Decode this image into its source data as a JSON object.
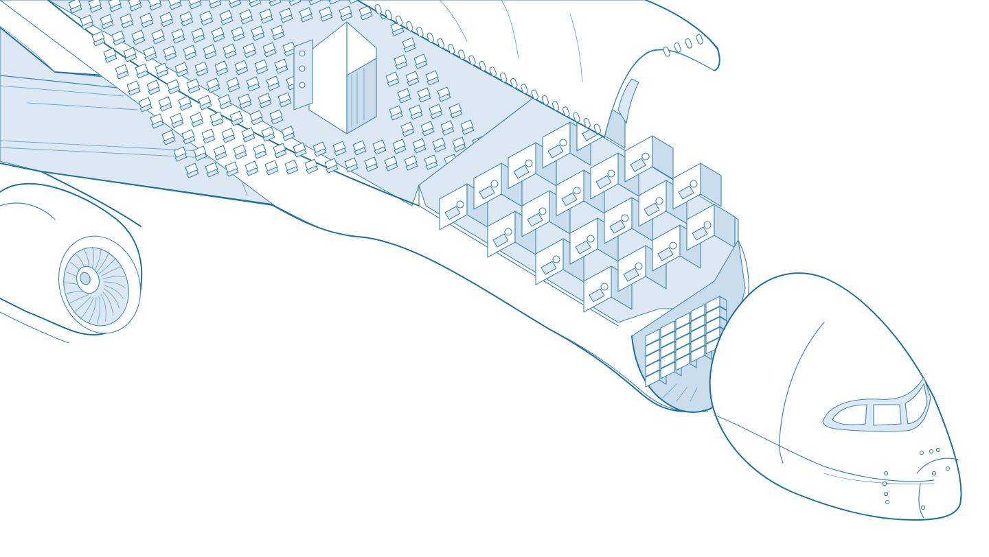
{
  "illustration": {
    "palette": {
      "line": "#1a6fa3",
      "detail": "#3a86b8",
      "fill_light": "#dce9f4",
      "fill_mid": "#c9dded",
      "background": "#ffffff"
    },
    "parts": [
      "wing",
      "engine",
      "fuselage",
      "roof-section-lifted",
      "economy-cabin",
      "galley-module",
      "business-suites",
      "cargo-hold",
      "cockpit-nose"
    ]
  }
}
